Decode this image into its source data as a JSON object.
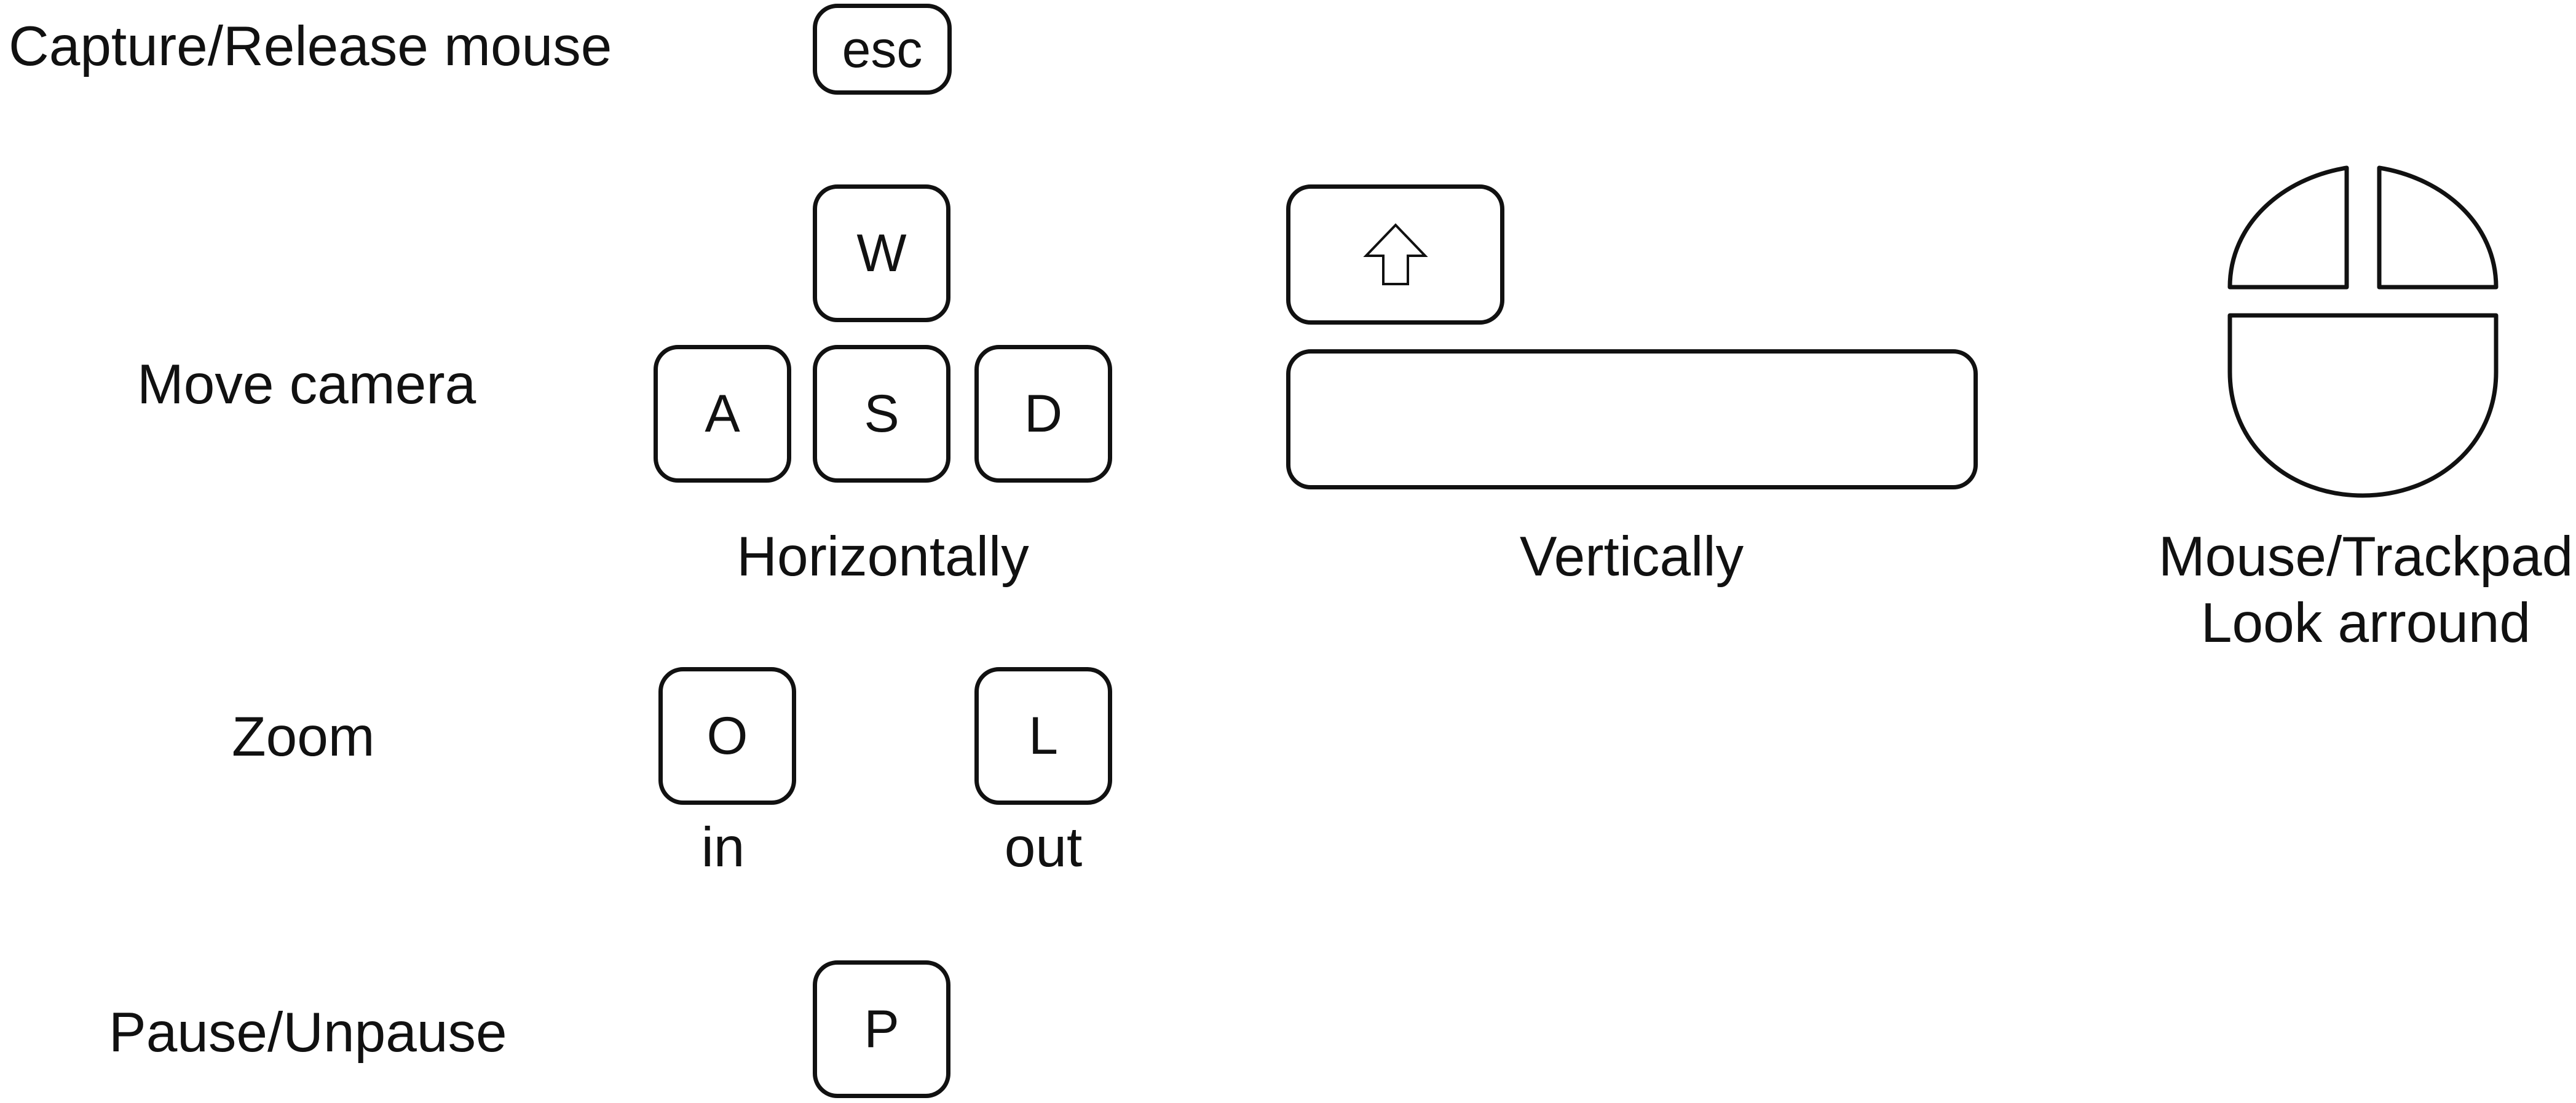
{
  "rows": {
    "capture": {
      "label": "Capture/Release mouse",
      "key": "esc"
    },
    "move": {
      "label": "Move camera",
      "keys": {
        "up": "W",
        "left": "A",
        "down": "S",
        "right": "D"
      },
      "horizontal_caption": "Horizontally",
      "vertical_caption": "Vertically",
      "shift_icon": "shift-arrow-icon",
      "mouse_icon": "mouse-icon",
      "mouse_caption_line1": "Mouse/Trackpad",
      "mouse_caption_line2": "Look arround"
    },
    "zoom": {
      "label": "Zoom",
      "in_key": "O",
      "out_key": "L",
      "in_caption": "in",
      "out_caption": "out"
    },
    "pause": {
      "label": "Pause/Unpause",
      "key": "P"
    }
  }
}
